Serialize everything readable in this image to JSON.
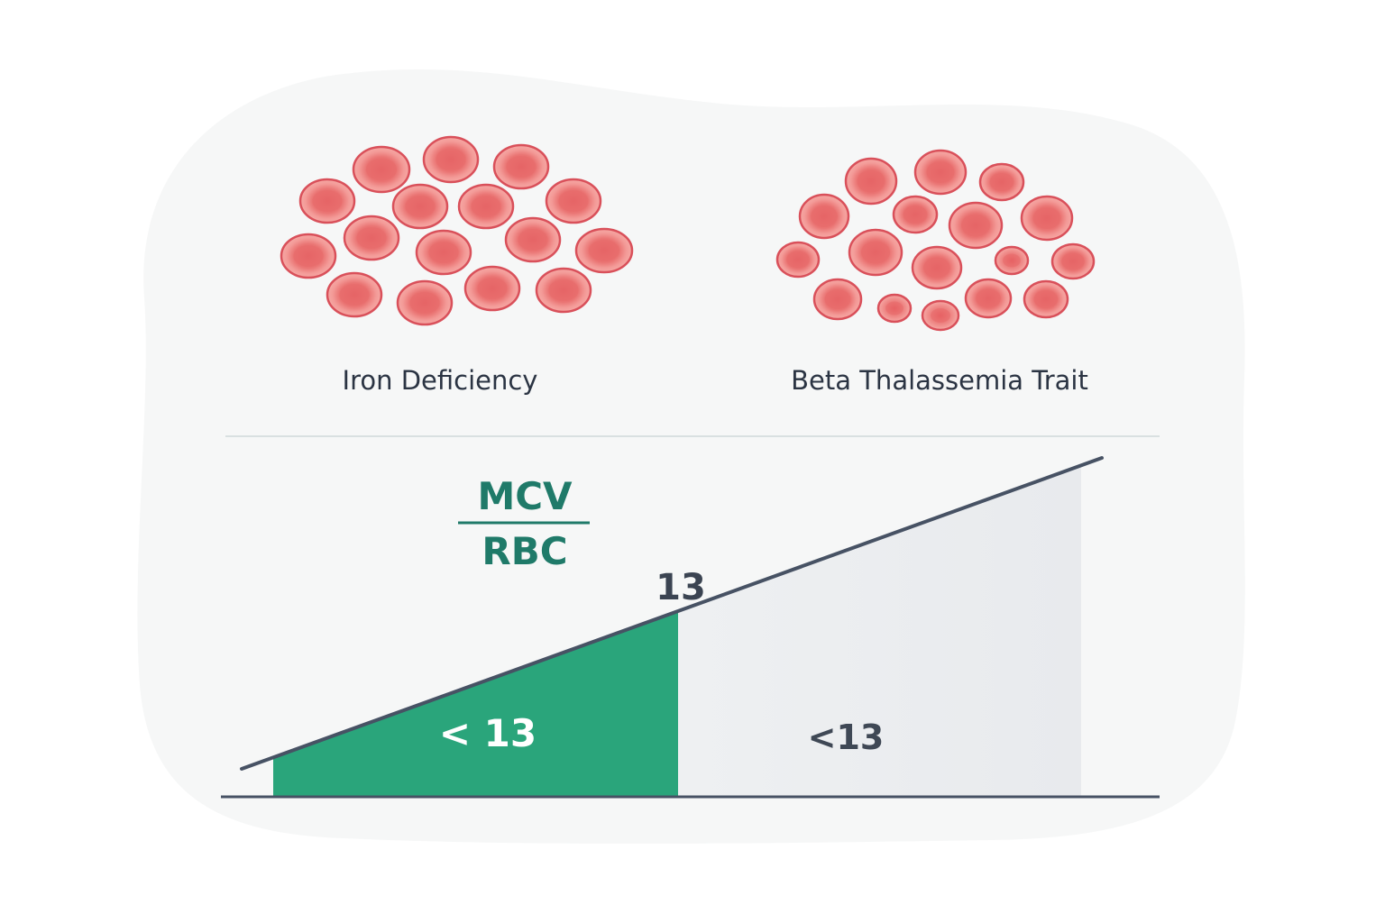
{
  "panels": [
    {
      "caption": "Iron Deficiency"
    },
    {
      "caption": "Beta Thalassemia Trait"
    }
  ],
  "ratio": {
    "numerator": "MCV",
    "denominator": "RBC"
  },
  "threshold_label": "13",
  "regions": [
    {
      "label": "< 13"
    },
    {
      "label": "<13"
    }
  ],
  "colors": {
    "background_blob": "#f6f7f7",
    "cell_rim": "#d9505a",
    "cell_fill": "#f08e8c",
    "cell_center": "#e76a6a",
    "green_region": "#2aa57b",
    "gray_region": "#eceef1",
    "line": "#475264",
    "ratio_text": "#1f7a69"
  }
}
